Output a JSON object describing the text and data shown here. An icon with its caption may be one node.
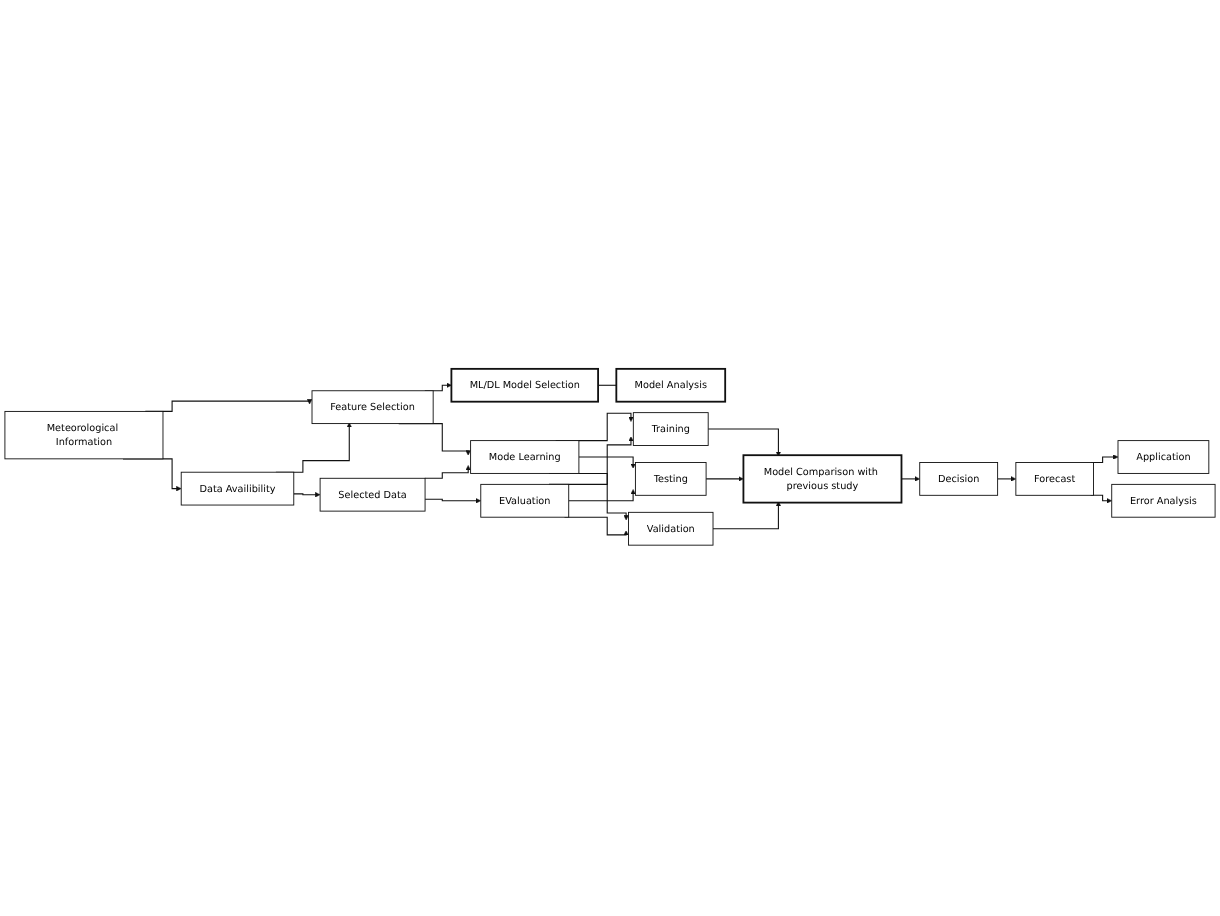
{
  "diagram": {
    "nodes": [
      {
        "text": [
          "Meteorological Information"
        ]
      },
      {
        "text": [
          "Feature Selection"
        ]
      },
      {
        "text": [
          "ML/DL Model Selection"
        ]
      },
      {
        "text": [
          "Data Availibility"
        ]
      },
      {
        "text": [
          "Model Analysis"
        ]
      },
      {
        "text": [
          "Mode Learning"
        ]
      },
      {
        "text": [
          "Selected Data"
        ]
      },
      {
        "text": [
          "EValuation"
        ]
      },
      {
        "text": [
          "Training"
        ]
      },
      {
        "text": [
          "Testing"
        ]
      },
      {
        "text": [
          "Model Comparison with previous study"
        ]
      },
      {
        "text": [
          "Validation"
        ]
      },
      {
        "text": [
          "Decision"
        ]
      },
      {
        "text": [
          "Application"
        ]
      },
      {
        "text": [
          "Forecast"
        ]
      },
      {
        "text": [
          "Error Analysis"
        ]
      }
    ],
    "edges": [
      {
        "from": 0,
        "to": 1,
        "arrow": "to"
      },
      {
        "from": 0,
        "to": 3,
        "arrow": "to"
      },
      {
        "from": 3,
        "to": 1,
        "arrow": "to"
      },
      {
        "from": 1,
        "to": 2,
        "arrow": "to"
      },
      {
        "from": 1,
        "to": 5,
        "arrow": "to"
      },
      {
        "from": 2,
        "to": 4,
        "arrow": "none"
      },
      {
        "from": 3,
        "to": 6,
        "arrow": "to"
      },
      {
        "from": 6,
        "to": 5,
        "arrow": "to"
      },
      {
        "from": 6,
        "to": 7,
        "arrow": "to"
      },
      {
        "from": 5,
        "to": 8,
        "arrow": "to"
      },
      {
        "from": 5,
        "to": 9,
        "arrow": "to"
      },
      {
        "from": 5,
        "to": 11,
        "arrow": "to"
      },
      {
        "from": 7,
        "to": 8,
        "arrow": "to"
      },
      {
        "from": 7,
        "to": 9,
        "arrow": "to"
      },
      {
        "from": 7,
        "to": 11,
        "arrow": "to"
      },
      {
        "from": 8,
        "to": 10,
        "arrow": "to"
      },
      {
        "from": 9,
        "to": 10,
        "arrow": "to"
      },
      {
        "from": 11,
        "to": 10,
        "arrow": "to"
      },
      {
        "from": 10,
        "to": 12,
        "arrow": "to"
      },
      {
        "from": 12,
        "to": 14,
        "arrow": "to"
      },
      {
        "from": 14,
        "to": 13,
        "arrow": "to"
      },
      {
        "from": 14,
        "to": 15,
        "arrow": "to"
      }
    ]
  }
}
